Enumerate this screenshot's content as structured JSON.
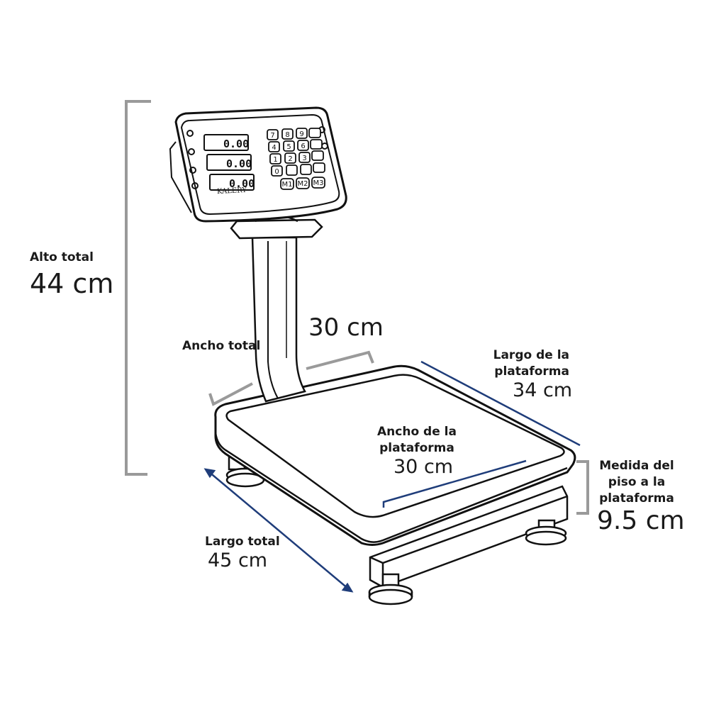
{
  "brand": "KALERY",
  "display_readings": [
    "0.00",
    "0.00",
    "0.00"
  ],
  "keypad": [
    "7",
    "8",
    "9",
    "4",
    "5",
    "6",
    "1",
    "2",
    "3",
    "0",
    "M1",
    "M2",
    "M3"
  ],
  "dimensions": {
    "total_height": {
      "label": "Alto total",
      "value": "44 cm"
    },
    "total_width": {
      "label": "Ancho total",
      "value": "30 cm"
    },
    "platform_length": {
      "label_line1": "Largo de la",
      "label_line2": "plataforma",
      "value": "34 cm"
    },
    "platform_width": {
      "label_line1": "Ancho de la",
      "label_line2": "plataforma",
      "value": "30 cm"
    },
    "floor_height": {
      "label_line1": "Medida del",
      "label_line2": "piso a la",
      "label_line3": "plataforma",
      "value": "9.5 cm"
    },
    "total_length": {
      "label": "Largo total",
      "value": "45 cm"
    }
  },
  "colors": {
    "gray_bracket": "#9a9a9a",
    "blue_line": "#1f3d7a",
    "outline": "#111111"
  }
}
